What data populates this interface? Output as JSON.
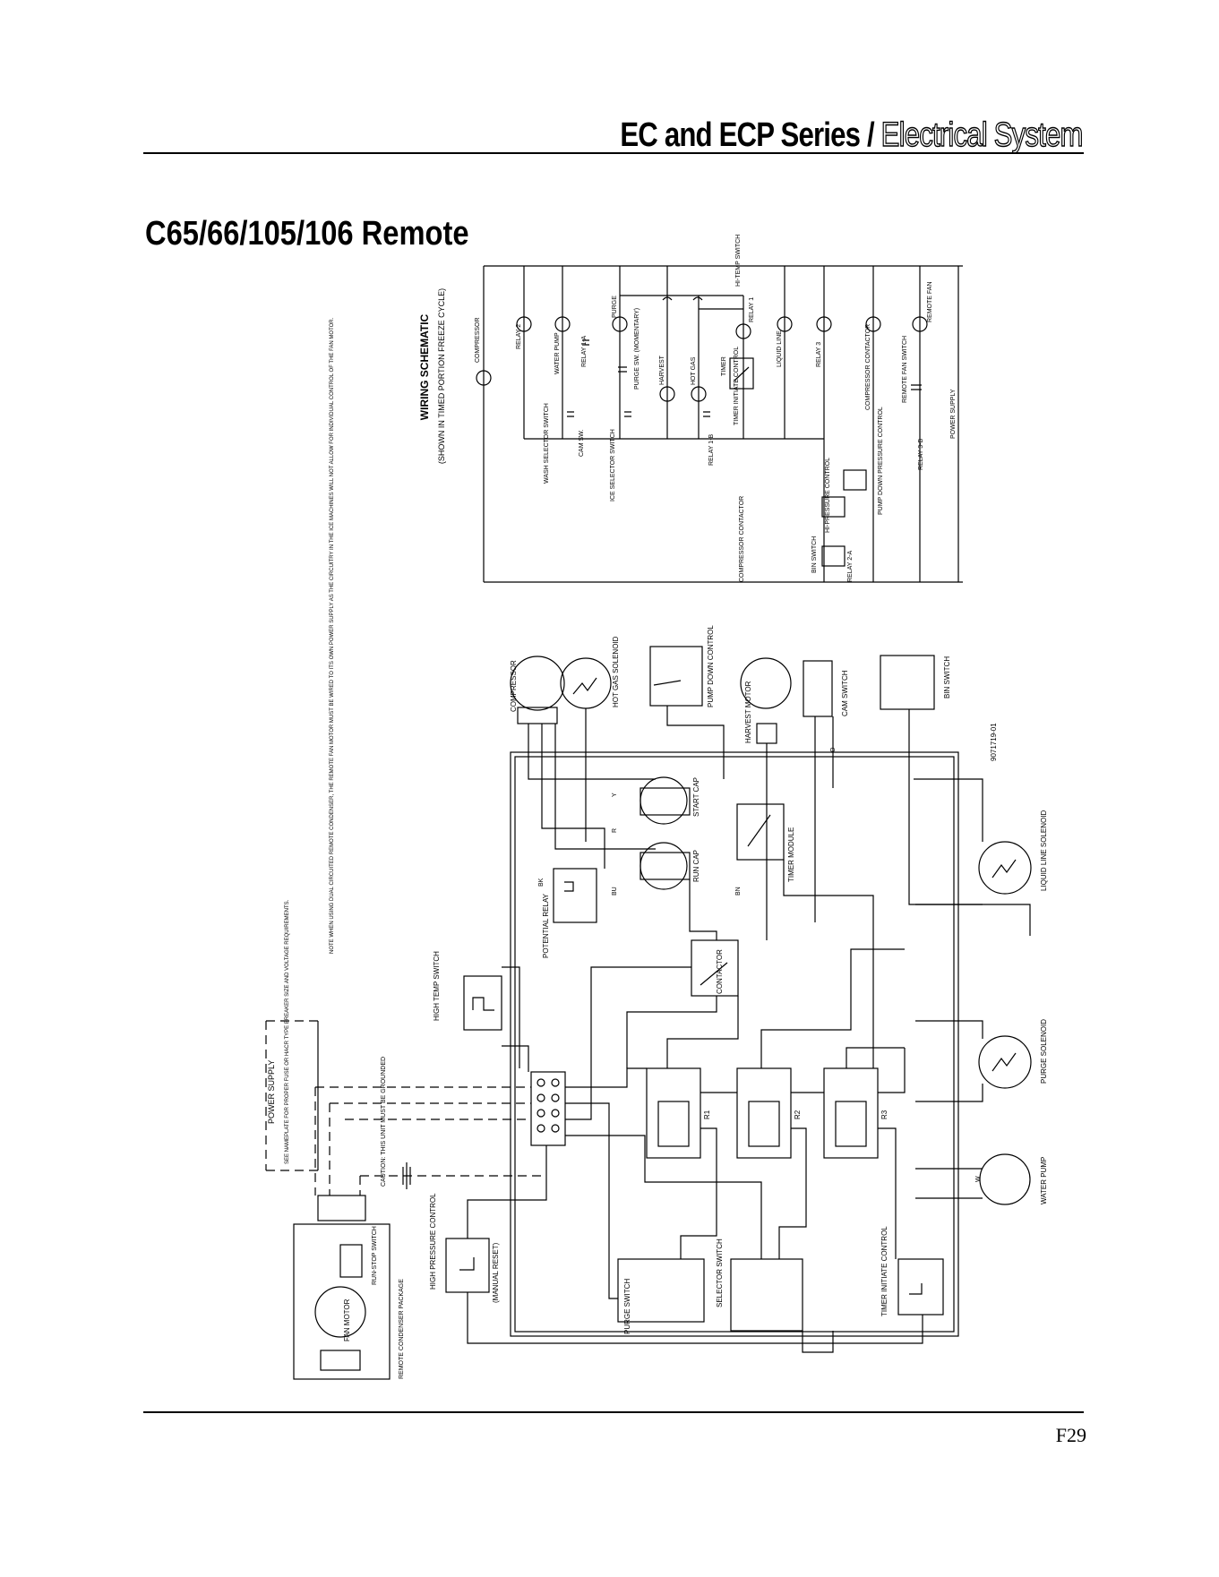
{
  "header": {
    "series": "EC and ECP Series /",
    "section": "Electrical System"
  },
  "title": "C65/66/105/106 Remote",
  "page_number": "F29",
  "schematic": {
    "title": "WIRING SCHEMATIC",
    "subtitle": "(SHOWN IN TIMED PORTION FREEZE CYCLE)",
    "labels": {
      "compressor": "COMPRESSOR",
      "relay2": "RELAY 2",
      "water_pump": "WATER PUMP",
      "purge": "PURGE",
      "harvest": "HARVEST",
      "hot_gas": "HOT GAS",
      "hi_temp_switch": "HI-TEMP SWITCH",
      "relay1": "RELAY 1",
      "liquid_line": "LIQUID LINE",
      "relay3": "RELAY 3",
      "compressor_contactor": "COMPRESSOR CONTACTOR",
      "remote_fan": "REMOTE FAN",
      "remote_fan_switch": "REMOTE FAN SWITCH",
      "power_supply": "POWER SUPPLY",
      "wash_selector": "WASH SELECTOR SWITCH",
      "ice_selector": "ICE SELECTOR SWITCH",
      "cam_sw": "CAM SW.",
      "purge_sw": "PURGE SW. (MOMENTARY)",
      "timer": "TIMER",
      "timer_initiate": "TIMER INITIATE CONTROL",
      "relay_1b": "RELAY 1-B",
      "relay_1a": "RELAY 1-A",
      "relay_3b": "RELAY 3-B",
      "relay_2a": "RELAY 2-A",
      "bin_switch": "BIN SWITCH",
      "hi_pressure": "HI-PRESSURE CONTROL",
      "pump_down": "PUMP DOWN PRESSURE CONTROL",
      "comp_contactor": "COMPRESSOR CONTACTOR"
    }
  },
  "wiring": {
    "compressor": "COMPRESSOR",
    "hot_gas_solenoid": "HOT GAS SOLENOID",
    "pump_down_control": "PUMP DOWN CONTROL",
    "harvest_motor": "HARVEST MOTOR",
    "cam_switch": "CAM SWITCH",
    "bin_switch": "BIN SWITCH",
    "part_number": "9071719-01",
    "start_cap": "START CAP",
    "run_cap": "RUN CAP",
    "timer_module": "TIMER MODULE",
    "liquid_line_solenoid": "LIQUID LINE SOLENOID",
    "potential_relay": "POTENTIAL RELAY",
    "contactor": "CONTACTOR",
    "high_temp_switch": "HIGH TEMP SWITCH",
    "purge_solenoid": "PURGE SOLENOID",
    "water_pump": "WATER PUMP",
    "high_pressure_control": "HIGH PRESSURE CONTROL",
    "manual_reset": "(MANUAL RESET)",
    "purge_switch": "PURGE SWITCH",
    "selector_switch": "SELECTOR SWITCH",
    "timer_initiate_control": "TIMER INITIATE CONTROL",
    "power_supply": "POWER SUPPLY",
    "nameplate_note": "SEE NAMEPLATE FOR PROPER FUSE OR HACR TYPE BREAKER SIZE AND VOLTAGE REQUIREMENTS.",
    "caution": "CAUTION: THIS UNIT MUST BE GROUNDED",
    "fan_motor": "FAN MOTOR",
    "run_stop_switch": "RUN-STOP SWITCH",
    "remote_condenser": "REMOTE CONDENSER PACKAGE",
    "note": "NOTE WHEN USING DUAL CIRCUITED REMOTE CONDENSER, THE REMOTE FAN MOTOR MUST BE WIRED TO ITS OWN POWER SUPPLY AS THE CIRCUITRY IN THE ICE MACHINES WILL NOT ALLOW FOR INDIVIDUAL CONTROL OF THE FAN MOTOR.",
    "relays": [
      "R1",
      "R2",
      "R3"
    ],
    "wire_colors": [
      "BK",
      "BU",
      "R",
      "W",
      "Y",
      "O",
      "BN"
    ]
  }
}
